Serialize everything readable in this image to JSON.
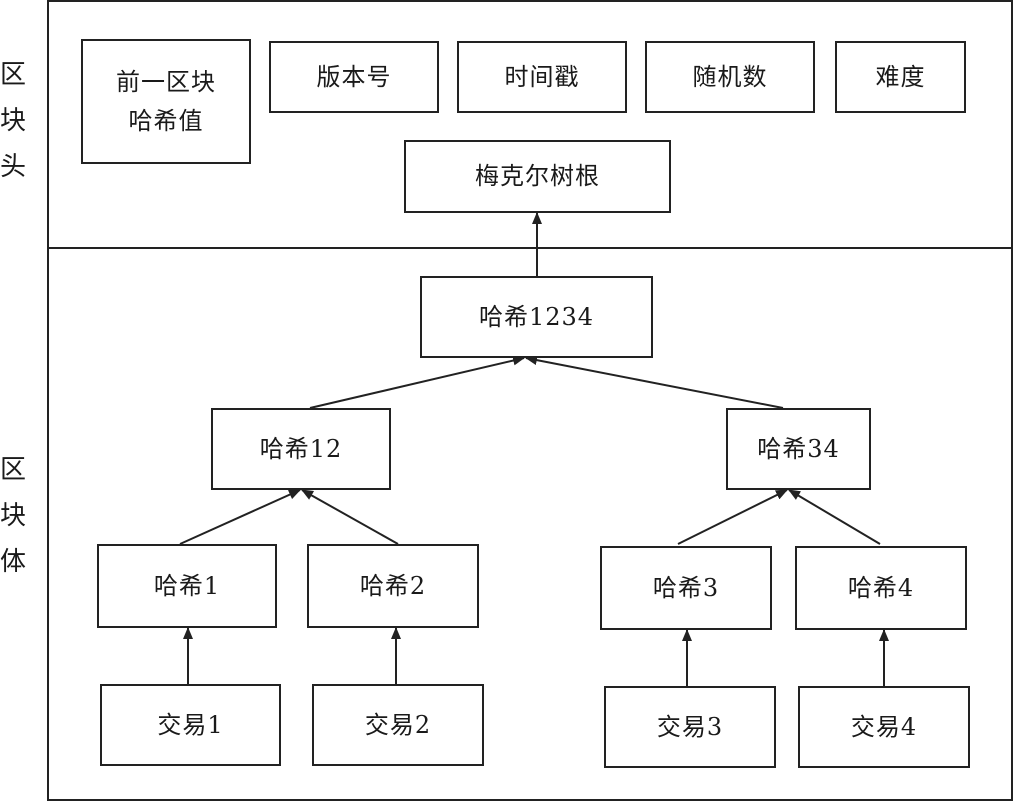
{
  "side_labels": {
    "header": "区\n块\n头",
    "body": "区\n块\n体"
  },
  "header_fields": {
    "prev_hash_line1": "前一区块",
    "prev_hash_line2": "哈希值",
    "version": "版本号",
    "timestamp": "时间戳",
    "nonce": "随机数",
    "difficulty": "难度",
    "merkle_root": "梅克尔树根"
  },
  "merkle_tree": {
    "hash_1234": "哈希1234",
    "hash_12": "哈希12",
    "hash_34": "哈希34",
    "hash_1": "哈希1",
    "hash_2": "哈希2",
    "hash_3": "哈希3",
    "hash_4": "哈希4"
  },
  "transactions": {
    "tx1": "交易1",
    "tx2": "交易2",
    "tx3": "交易3",
    "tx4": "交易4"
  }
}
